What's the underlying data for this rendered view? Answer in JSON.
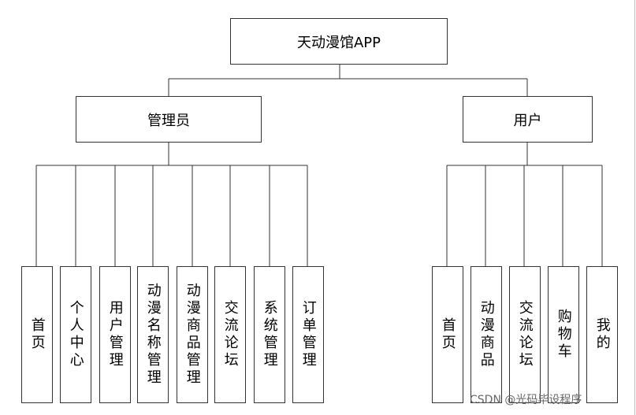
{
  "root": {
    "label": "天动漫馆APP"
  },
  "admin": {
    "label": "管理员",
    "children": [
      "首页",
      "个人中心",
      "用户管理",
      "动漫名称管理",
      "动漫商品管理",
      "交流论坛",
      "系统管理",
      "订单管理"
    ]
  },
  "user": {
    "label": "用户",
    "children": [
      "首页",
      "动漫商品",
      "交流论坛",
      "购物车",
      "我的"
    ]
  },
  "watermark": "CSDN @光码毕设程序"
}
